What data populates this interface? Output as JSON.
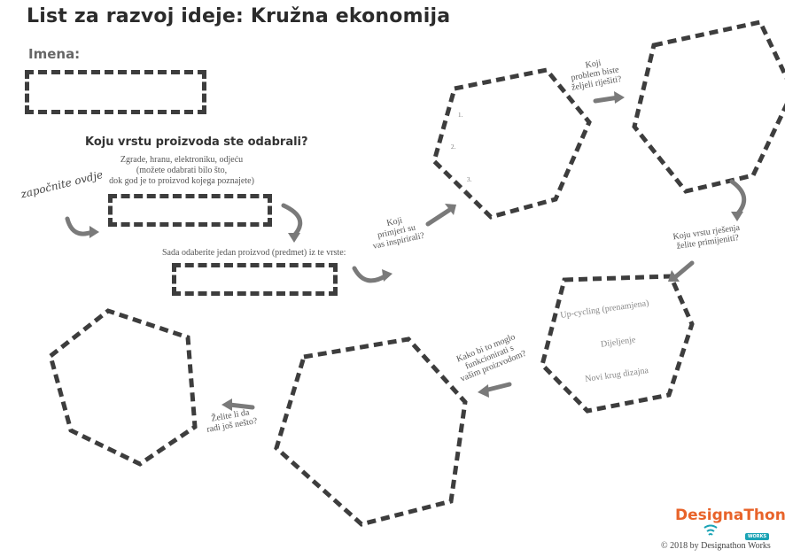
{
  "title": "List za razvoj ideje: Kružna ekonomija",
  "names_label": "Imena:",
  "q1": {
    "heading": "Koju vrstu proizvoda ste odabrali?",
    "line1": "Zgrade, hranu, elektroniku, odjeću",
    "line2": "(možete odabrati bilo što,",
    "line3": "dok god je to proizvod kojega poznajete)"
  },
  "start_here": "započnite ovdje",
  "choose_product": "Sada odaberite jedan proizvod (predmet) iz te vrste:",
  "examples": {
    "label_lines": [
      "Koji",
      "primjeri su",
      "vas inspirirali?"
    ],
    "numbers": [
      "1.",
      "2.",
      "3."
    ]
  },
  "problem": {
    "label_lines": [
      "Koji",
      "problem biste",
      "željeli riješiti?"
    ]
  },
  "solution_type": {
    "label_lines": [
      "Koju vrstu rješenja",
      "želite primijeniti?"
    ],
    "options": [
      "Up-cycling (prenamjena)",
      "Dijeljenje",
      "Novi krug dizajna"
    ]
  },
  "how_it_works": {
    "label_lines": [
      "Kako bi to moglo",
      "funkcionirati s",
      "vašim proizvodom?"
    ]
  },
  "anything_else": {
    "label_lines": [
      "Želite li da",
      "radi još nešto?"
    ]
  },
  "logo": {
    "text": "DesignaThon",
    "works": "WORKS"
  },
  "copyright": "© 2018 by Designathon Works",
  "colors": {
    "dash": "#3d3d3d",
    "arrow": "#7a7a7a",
    "logo_orange": "#e8632a",
    "logo_teal": "#1aa3b5"
  }
}
